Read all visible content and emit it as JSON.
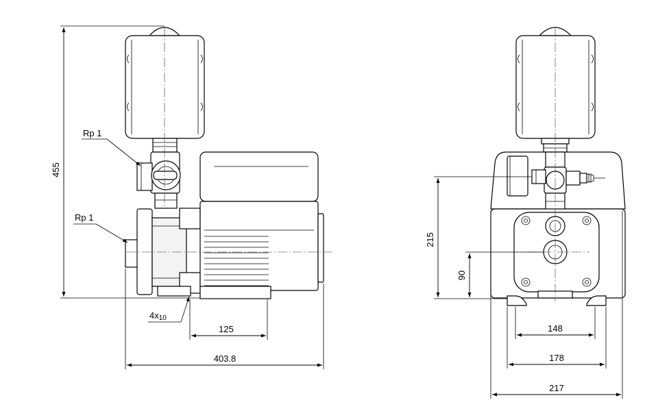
{
  "labels": {
    "rp_top": "Rp 1",
    "rp_bottom": "Rp 1",
    "holes": "4x",
    "holes_dia": "10"
  },
  "dimensions": {
    "height_total": "455",
    "width_front": "403.8",
    "foot_spacing_side": "125",
    "height_outlet": "215",
    "height_inlet": "90",
    "foot_inner": "148",
    "foot_outer": "178",
    "width_side": "217"
  }
}
